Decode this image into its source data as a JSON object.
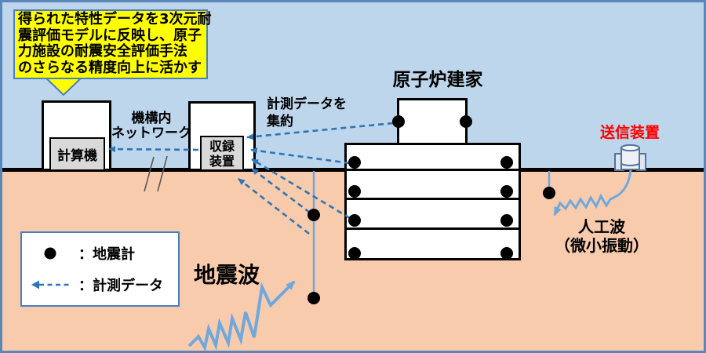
{
  "colors": {
    "sky": "#bdd6ec",
    "ground": "#f8cbad",
    "frame": "#5b86b8",
    "callout_bg": "#ffff00",
    "callout_border": "#4a7ebb",
    "data_arrow": "#2e75b6",
    "wave": "#6fa8dc",
    "alert_red": "#ff0000",
    "equip_gray": "#d9d9d9",
    "line_black": "#000000",
    "device_stroke": "#54749c"
  },
  "callout": {
    "line1": "得られた特性データを3次元耐",
    "line2": "震評価モデルに反映し、原子",
    "line3": "力施設の耐震安全評価手法",
    "line4": "のさらなる精度向上に活かす"
  },
  "buildings": {
    "computer": "計算機",
    "recorder_line1": "収録",
    "recorder_line2": "装置",
    "reactor_title": "原子炉建家"
  },
  "annotations": {
    "network_line1": "機構内",
    "network_line2": "ネットワーク",
    "aggregate_line1": "計測データを",
    "aggregate_line2": "集約",
    "transmitter": "送信装置",
    "artificial_line1": "人工波",
    "artificial_line2": "（微小振動）",
    "seismic_wave": "地震波"
  },
  "legend": {
    "seismometer_label": "：地震計",
    "data_label": "：計測データ"
  }
}
